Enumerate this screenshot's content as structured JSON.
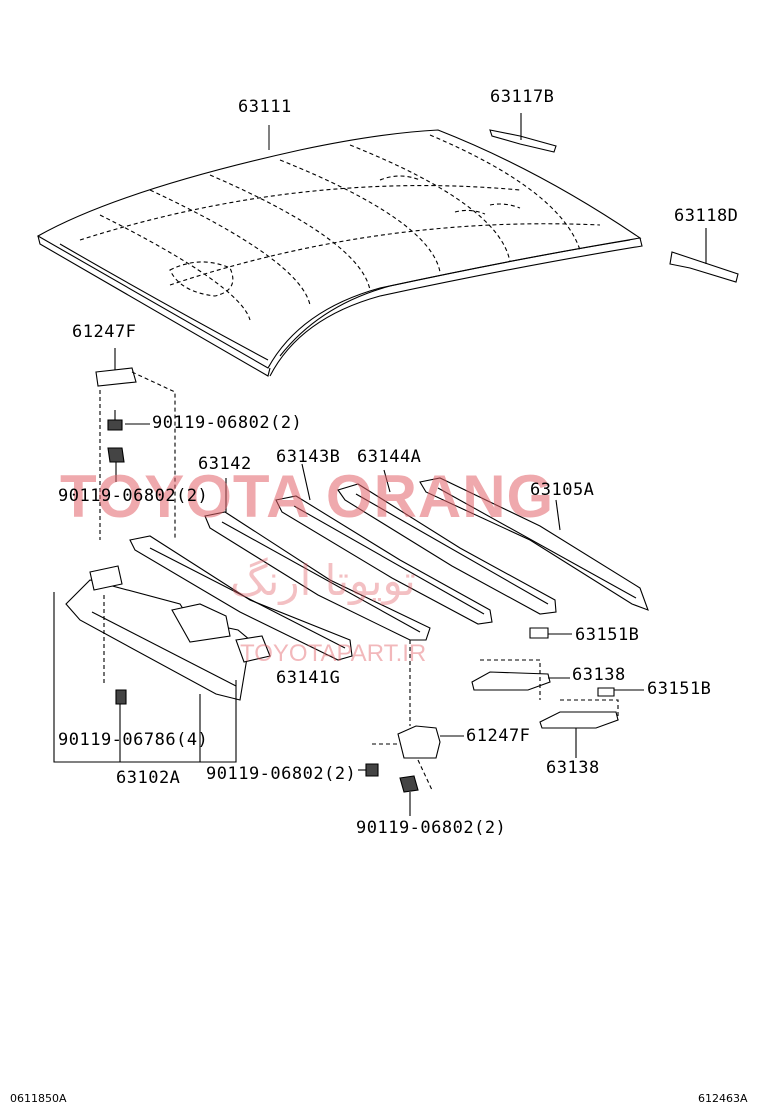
{
  "watermark": {
    "brand": "TOYOTA ORANG",
    "brand_fa": "تویوتا ارنگ",
    "site": "TOYOTAPART.IR",
    "color": "#e3646b"
  },
  "parts": {
    "p63111": "63111",
    "p63117B": "63117B",
    "p63118D": "63118D",
    "p61247F_top": "61247F",
    "p90119_06802_a": "90119-06802(2)",
    "p90119_06802_b": "90119-06802(2)",
    "p63142": "63142",
    "p63143B": "63143B",
    "p63144A": "63144A",
    "p63105A": "63105A",
    "p63141G": "63141G",
    "p63151B_a": "63151B",
    "p63138_a": "63138",
    "p63151B_b": "63151B",
    "p63138_b": "63138",
    "p61247F_bottom": "61247F",
    "p90119_06786": "90119-06786(4)",
    "p63102A": "63102A",
    "p90119_06802_c": "90119-06802(2)",
    "p90119_06802_d": "90119-06802(2)"
  },
  "footer": {
    "left_code": "0611850A",
    "right_code": "612463A"
  }
}
